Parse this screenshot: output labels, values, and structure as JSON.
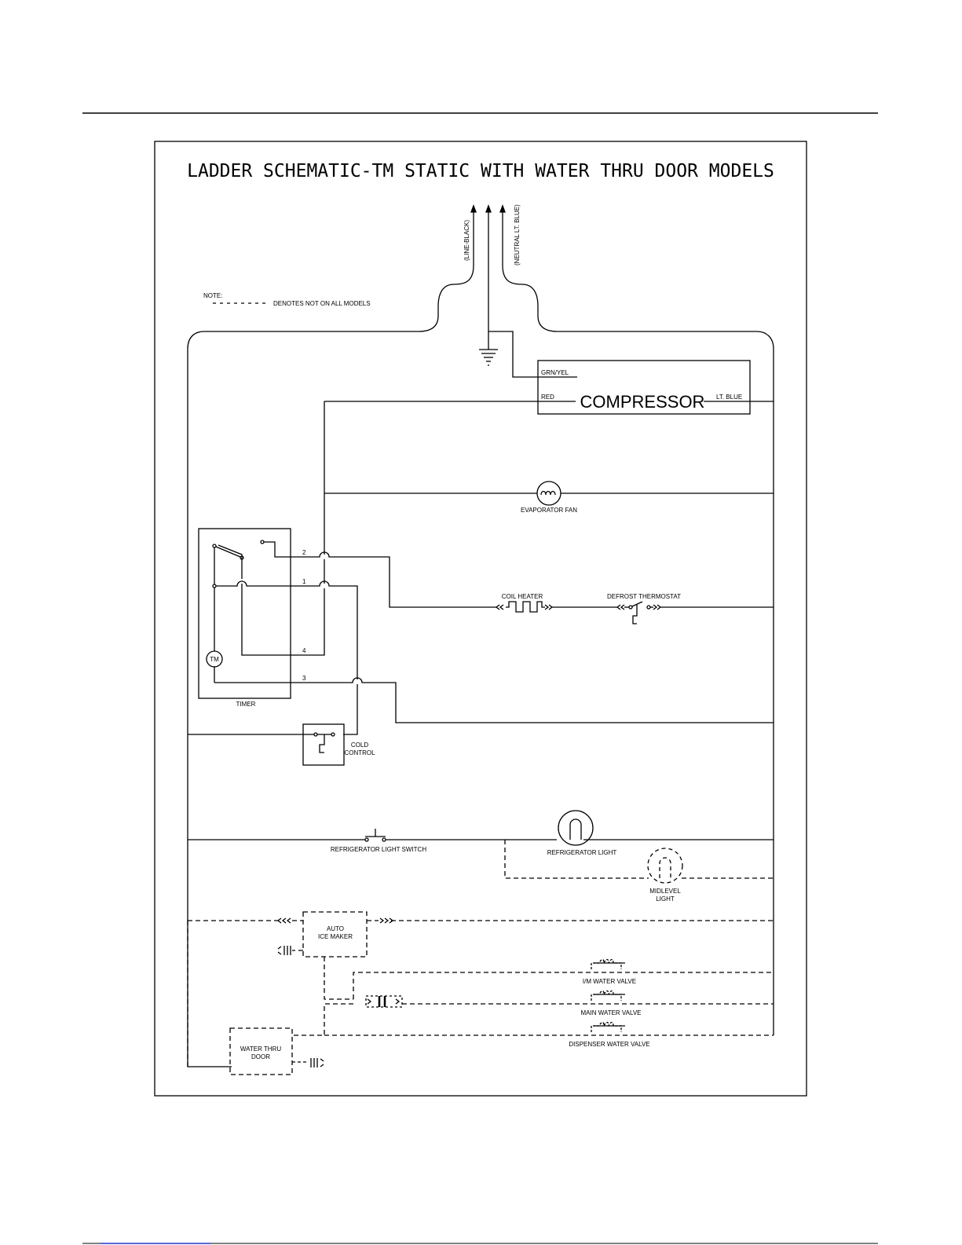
{
  "title": "LADDER SCHEMATIC-TM STATIC WITH WATER THRU DOOR MODELS",
  "note": {
    "heading": "NOTE:",
    "legend": "DENOTES NOT ON ALL MODELS"
  },
  "supply": {
    "line": "(LINE-BLACK)",
    "neutral": "(NEUTRAL LT. BLUE)"
  },
  "compressor": {
    "label": "COMPRESSOR",
    "ground_wire": "GRN/YEL",
    "line_wire": "RED",
    "neutral_wire": "LT. BLUE"
  },
  "components": {
    "evaporator_fan": "EVAPORATOR FAN",
    "coil_heater": "COIL HEATER",
    "defrost_thermostat": "DEFROST THERMOSTAT",
    "timer": "TIMER",
    "timer_motor": "TM",
    "cold_control_1": "COLD",
    "cold_control_2": "CONTROL",
    "light_switch": "REFRIGERATOR LIGHT SWITCH",
    "refrigerator_light": "REFRIGERATOR LIGHT",
    "midlevel_light_1": "MIDLEVEL",
    "midlevel_light_2": "LIGHT",
    "ice_maker_1": "AUTO",
    "ice_maker_2": "ICE MAKER",
    "im_water_valve": "I/M WATER VALVE",
    "main_water_valve": "MAIN WATER VALVE",
    "dispenser_water_valve": "DISPENSER WATER VALVE",
    "water_thru_door_1": "WATER THRU",
    "water_thru_door_2": "DOOR"
  },
  "terminals": {
    "t1": "1",
    "t2": "2",
    "t3": "3",
    "t4": "4"
  }
}
